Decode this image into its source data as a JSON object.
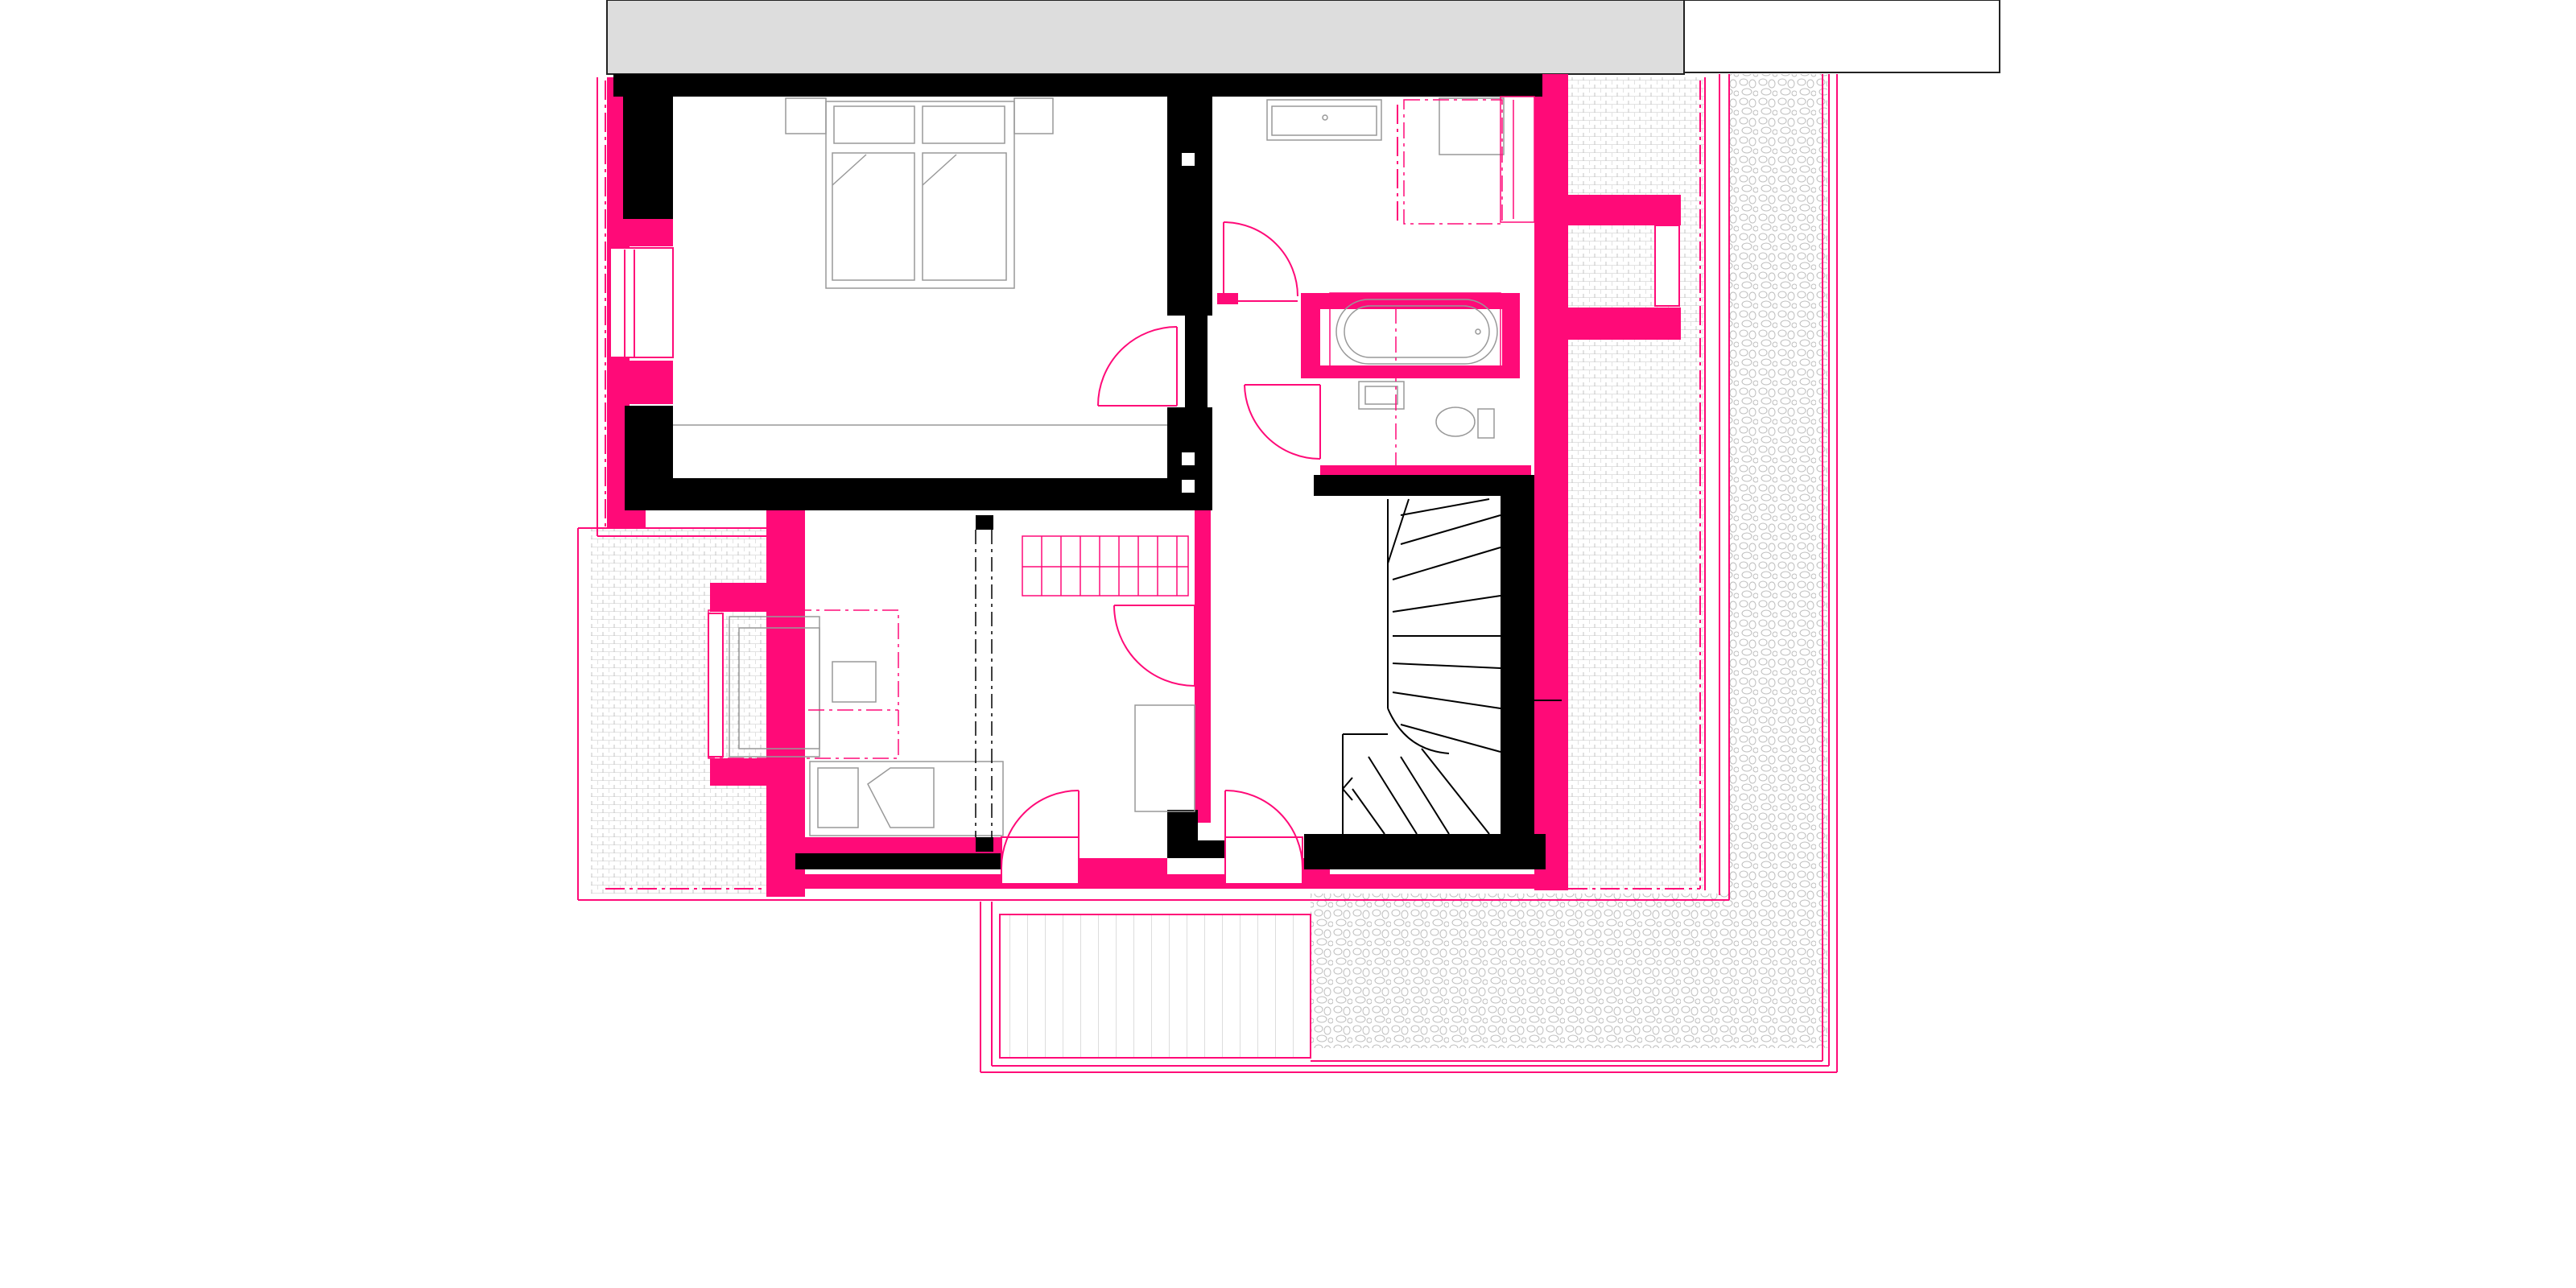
{
  "drawing": {
    "kind": "architectural floor plan (attic level)",
    "colors": {
      "background": "#ffffff",
      "existing_wall": "#000000",
      "new_wall": "#ff0a78",
      "neighbor_roof": "#dddddd",
      "furniture_line": "#999999",
      "hatch_line": "#bbbbbb"
    },
    "rooms": [
      {
        "id": "bedroom",
        "furniture": [
          "double-bed",
          "pillows",
          "nightstands"
        ]
      },
      {
        "id": "bathroom",
        "furniture": [
          "sink",
          "bathtub",
          "washbasin",
          "toilet"
        ]
      },
      {
        "id": "hallway",
        "furniture": []
      },
      {
        "id": "staircase",
        "furniture": [
          "winding-stair"
        ]
      },
      {
        "id": "study",
        "furniture": [
          "armchair",
          "side-table",
          "bench",
          "attic-stair"
        ]
      }
    ],
    "doors": 6,
    "roof_areas": [
      "tiled-roof-west",
      "tiled-roof-east",
      "gravel-roof-east",
      "gravel-roof-south",
      "balcony-deck"
    ]
  }
}
